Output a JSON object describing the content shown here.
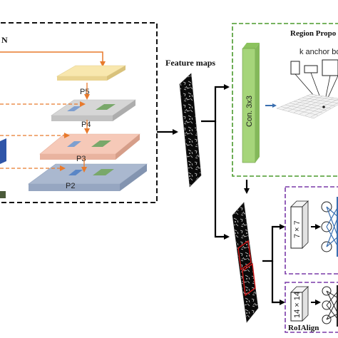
{
  "fpn_label": "N",
  "pyramid": {
    "p5": "P5",
    "p4": "P4",
    "p3": "P3",
    "p2": "P2"
  },
  "feature_maps_label": "Feature maps",
  "rpn": {
    "title": "Region Propo",
    "conv_label": "Con. 3x3",
    "anchor_label": "k anchor boxe"
  },
  "heads": {
    "kernel_top": "7 × 7",
    "kernel_bottom": "14 × 14",
    "roialign_label": "RoIAlign"
  },
  "colors": {
    "p5": "#f8e7ae",
    "p4": "#d6d6d6",
    "p3": "#f6c9b8",
    "p2": "#aab8cf",
    "arrow_orange": "#e87a2c",
    "rpn_border": "#4a9a2c",
    "conv_green": "#a6d57a",
    "head_border": "#7a3aa8",
    "node_blue": "#3a6fb0"
  }
}
